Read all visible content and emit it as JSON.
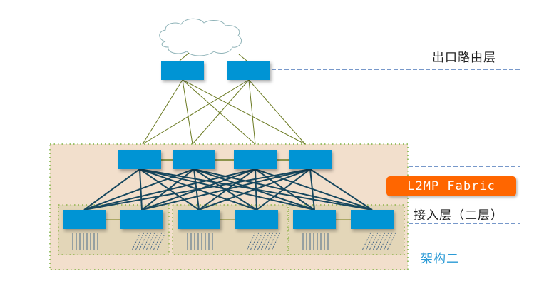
{
  "title": "架构二",
  "layers": {
    "egress": "出口路由层",
    "access": "接入层（二层）"
  },
  "fabric_badge": "L2MP Fabric",
  "colors": {
    "switch": "#0094d4",
    "fabric_badge": "#ff6600",
    "zone_bg": "#f2dfcc",
    "pod_bg": "#e3d6b8",
    "mesh_line": "#16475e",
    "uplink_line": "#6b7a22",
    "dashed_line": "#4a76b8",
    "arch_label": "#2a9ad6"
  },
  "nodes": {
    "cloud": "internet-cloud",
    "egress_routers": 2,
    "core_switches": 4,
    "access_pods": 3,
    "access_switches_per_pod": 2
  }
}
